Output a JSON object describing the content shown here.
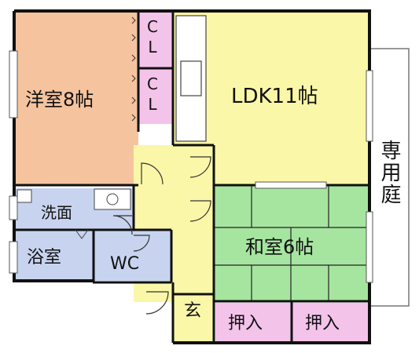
{
  "colors": {
    "western_room": "#f5c49e",
    "ldk": "#fbf7a8",
    "japanese_room": "#a6e5a0",
    "closet": "#f3c3ea",
    "wet_area": "#c8d4ef",
    "hallway": "#fbf7a8",
    "wall": "#111111"
  },
  "rooms": {
    "western": "洋室8帖",
    "ldk": "LDK11帖",
    "japanese": "和室6帖",
    "washroom": "洗面",
    "bathroom": "浴室",
    "toilet": "WC",
    "entrance": "玄",
    "closet_upper": "CL",
    "closet_lower": "CL",
    "oshiire_left": "押入",
    "oshiire_right": "押入",
    "private_garden": "専用庭"
  }
}
